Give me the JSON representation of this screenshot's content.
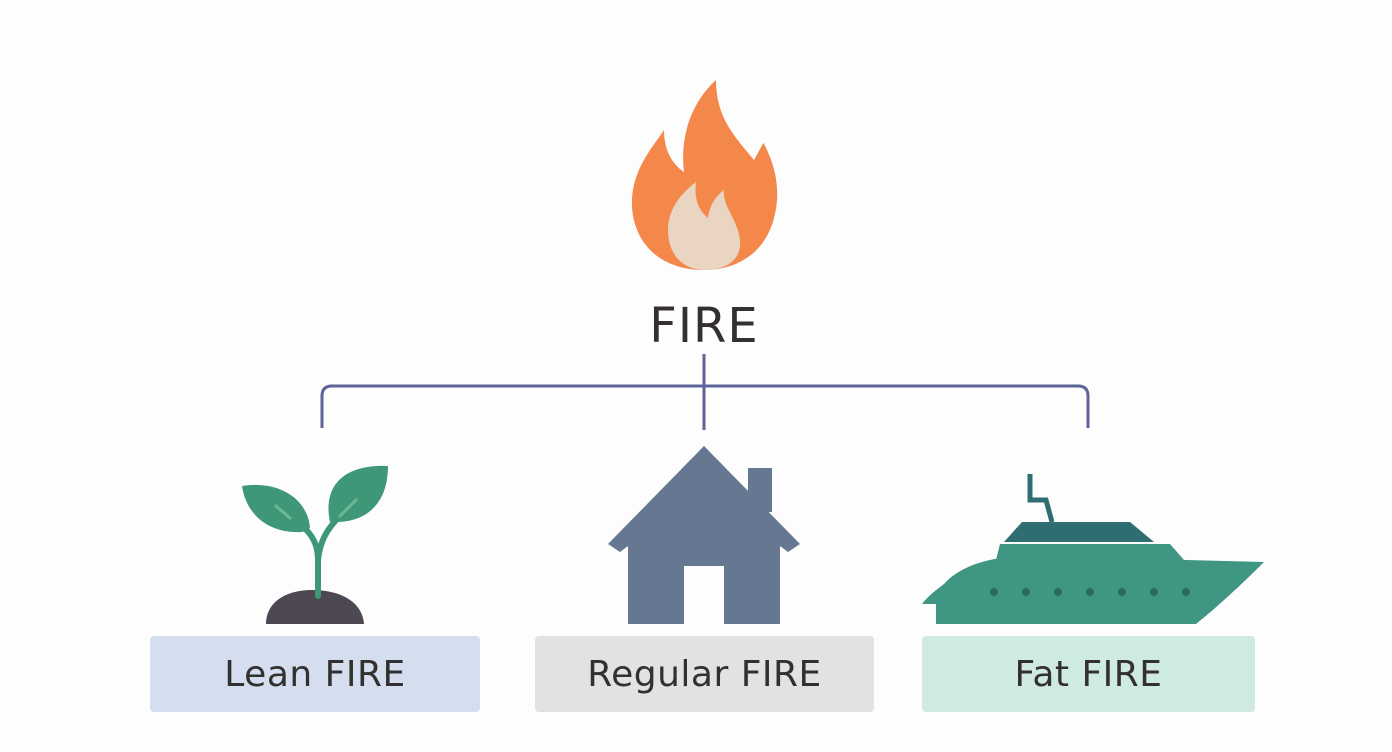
{
  "root": {
    "title": "FIRE",
    "icon": "fire-icon",
    "icon_colors": {
      "outer": "#f4874a",
      "inner": "#e9d5c2"
    }
  },
  "connector_color": "#5c6498",
  "branches": [
    {
      "label": "Lean FIRE",
      "icon": "sprout-icon",
      "box_color": "#d5deef",
      "icon_colors": {
        "leaf": "#3e9878",
        "soil": "#4d4852"
      }
    },
    {
      "label": "Regular FIRE",
      "icon": "house-icon",
      "box_color": "#e2e2e2",
      "icon_colors": {
        "body": "#667891"
      }
    },
    {
      "label": "Fat FIRE",
      "icon": "yacht-icon",
      "box_color": "#cfeae2",
      "icon_colors": {
        "hull": "#3f9682",
        "cabin": "#2f6e70"
      }
    }
  ]
}
